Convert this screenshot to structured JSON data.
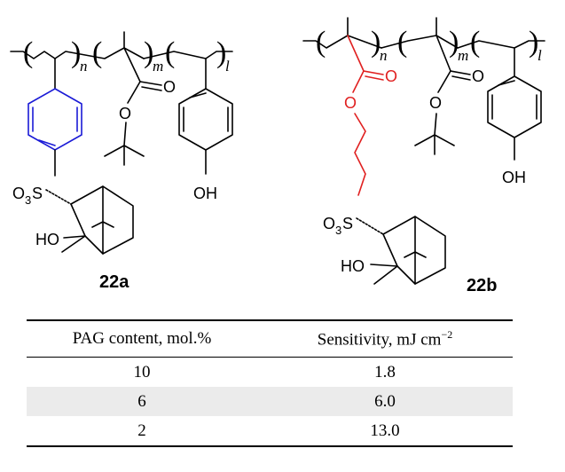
{
  "figure": {
    "compound_a": {
      "label": "22a",
      "indices": [
        "n",
        "m",
        "l"
      ],
      "atoms": {
        "o_carbonyl": "O",
        "o_ester": "O",
        "sulfonate_o": "O",
        "sulfonate_sub": "3",
        "sulfonate_s": "S",
        "hydroxyl_ring": "HO",
        "phenol": "OH"
      }
    },
    "compound_b": {
      "label": "22b",
      "indices": [
        "n",
        "m",
        "l"
      ],
      "atoms": {
        "o_carbonyl_red": "O",
        "o_ester_red": "O",
        "o_carbonyl": "O",
        "o_ester": "O",
        "sulfonate_o": "O",
        "sulfonate_sub": "3",
        "sulfonate_s": "S",
        "hydroxyl_ring": "HO",
        "phenol": "OH"
      }
    },
    "colors": {
      "phenyl_highlight": "#1a1ad6",
      "spacer_highlight": "#e02020"
    }
  },
  "table": {
    "headers": {
      "pag": "PAG content, mol.%",
      "sensitivity_main": "Sensitivity, mJ cm",
      "sensitivity_exp": "−2"
    },
    "rows": [
      {
        "pag": "10",
        "sensitivity": "1.8"
      },
      {
        "pag": "6",
        "sensitivity": "6.0"
      },
      {
        "pag": "2",
        "sensitivity": "13.0"
      }
    ]
  }
}
